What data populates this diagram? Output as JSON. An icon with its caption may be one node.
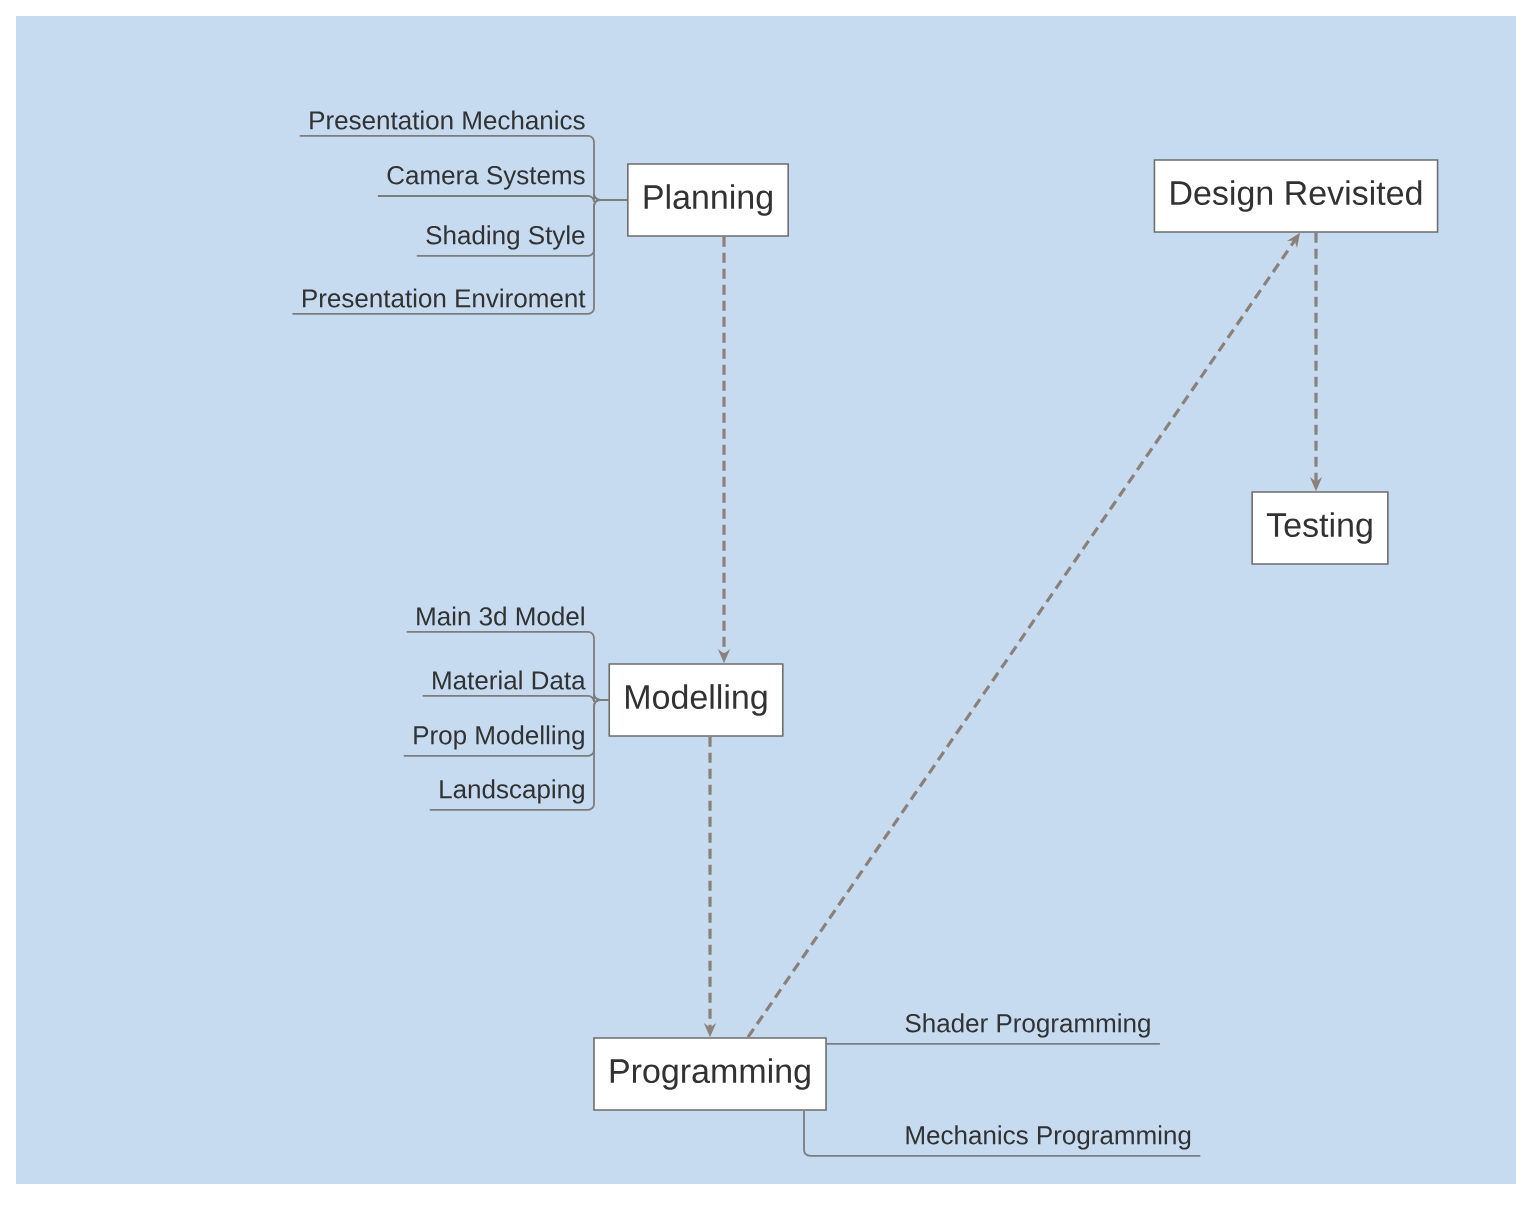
{
  "diagram": {
    "nodes": [
      {
        "text": [
          "Presentation Mechanics"
        ]
      },
      {
        "text": [
          "Camera Systems"
        ]
      },
      {
        "text": [
          "Shading Style"
        ]
      },
      {
        "text": [
          "Presentation Enviroment"
        ]
      },
      {
        "text": [
          "Planning"
        ]
      },
      {
        "text": [
          "Design Revisited"
        ]
      },
      {
        "text": [
          "Testing"
        ]
      },
      {
        "text": [
          "Main 3d Model"
        ]
      },
      {
        "text": [
          "Material Data"
        ]
      },
      {
        "text": [
          "Prop Modelling"
        ]
      },
      {
        "text": [
          "Landscaping"
        ]
      },
      {
        "text": [
          "Modelling"
        ]
      },
      {
        "text": [
          "Programming"
        ]
      },
      {
        "text": [
          "Shader Programming"
        ]
      },
      {
        "text": [
          "Mechanics Programming"
        ]
      }
    ],
    "edges": [
      {
        "from": 4,
        "to": 0,
        "arrow": "none"
      },
      {
        "from": 4,
        "to": 1,
        "arrow": "none"
      },
      {
        "from": 4,
        "to": 2,
        "arrow": "none"
      },
      {
        "from": 4,
        "to": 3,
        "arrow": "none"
      },
      {
        "from": 4,
        "to": 11,
        "arrow": "to",
        "style": "dashed",
        "color": "#8c8079"
      },
      {
        "from": 11,
        "to": 7,
        "arrow": "none"
      },
      {
        "from": 11,
        "to": 8,
        "arrow": "none"
      },
      {
        "from": 11,
        "to": 9,
        "arrow": "none"
      },
      {
        "from": 11,
        "to": 10,
        "arrow": "none"
      },
      {
        "from": 11,
        "to": 12,
        "arrow": "to",
        "style": "dashed",
        "color": "#8c8079"
      },
      {
        "from": 12,
        "to": 5,
        "arrow": "to",
        "style": "dashed",
        "color": "#8c8079"
      },
      {
        "from": 5,
        "to": 6,
        "arrow": "to",
        "style": "dashed",
        "color": "#8c8079"
      },
      {
        "from": 12,
        "to": 13,
        "arrow": "none"
      },
      {
        "from": 12,
        "to": 14,
        "arrow": "none"
      }
    ]
  }
}
